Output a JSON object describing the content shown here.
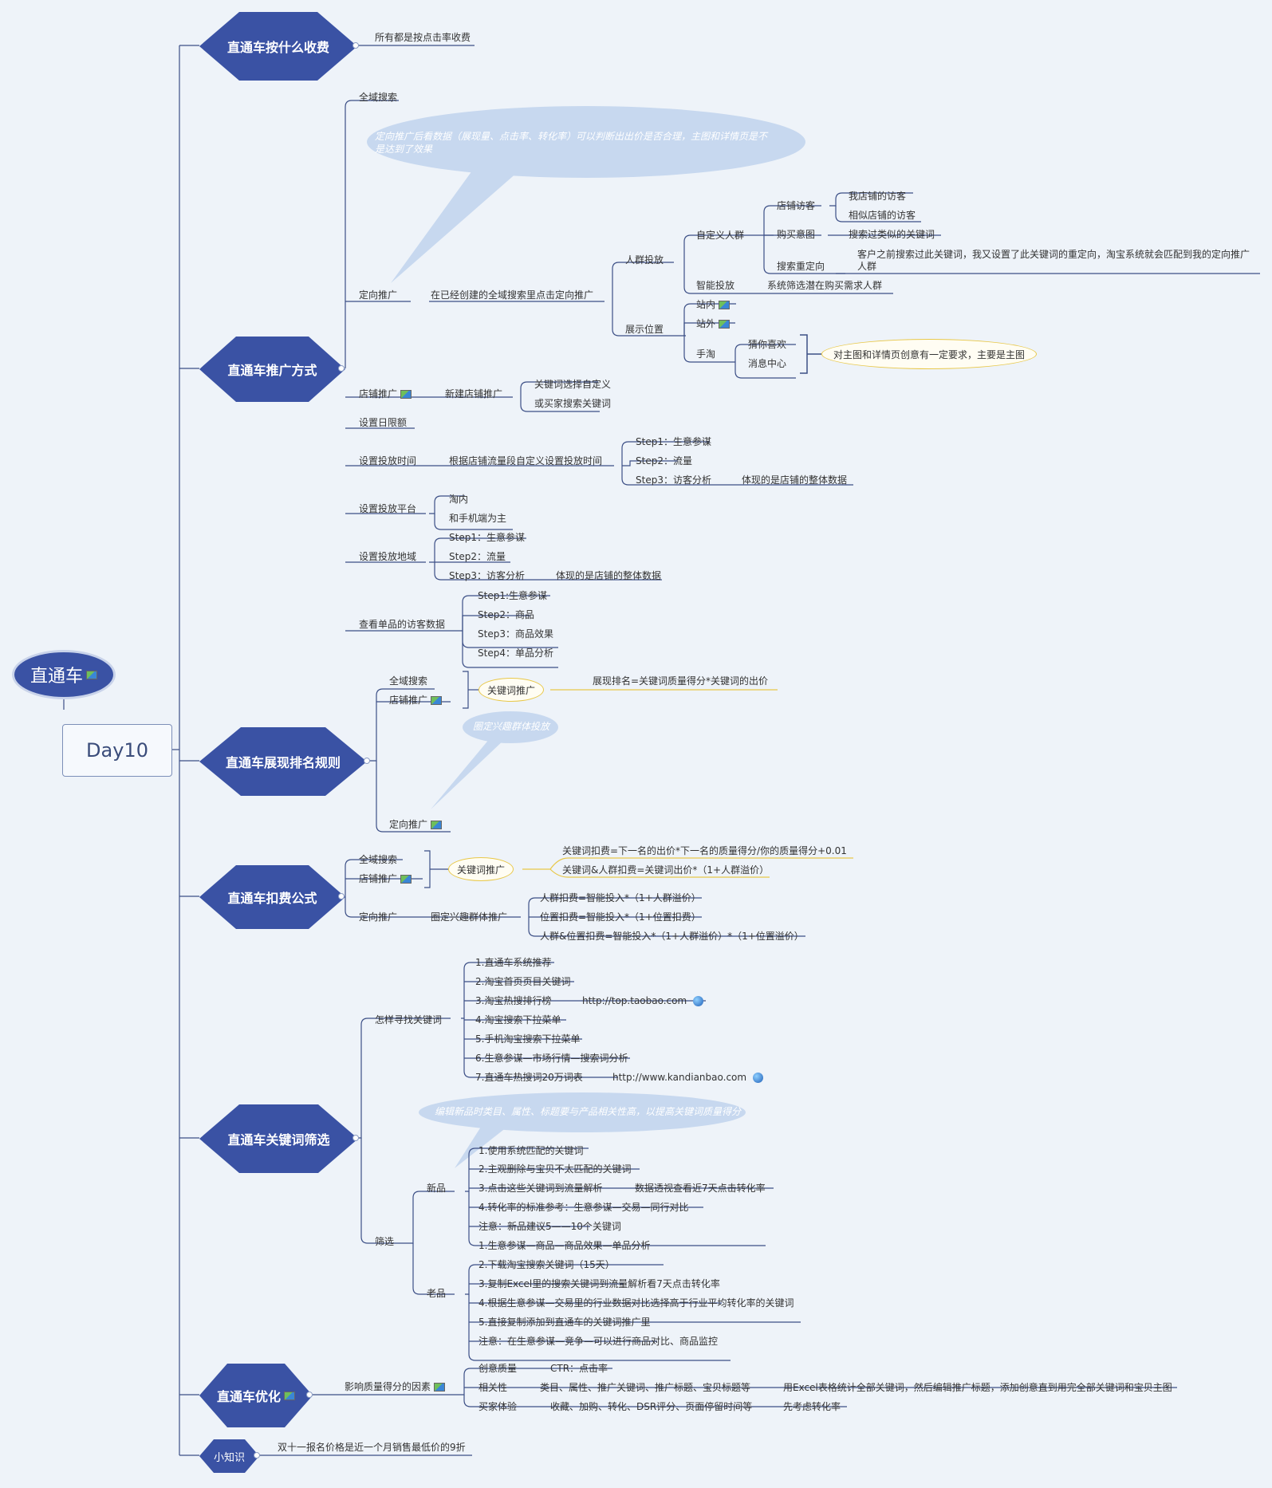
{
  "root": {
    "label": "直通车"
  },
  "day": {
    "label": "Day10"
  },
  "branches": {
    "b1": {
      "title": "直通车按什么收费",
      "note": "所有都是按点击率收费"
    },
    "b2": {
      "title": "直通车推广方式",
      "quanyu": "全域搜索",
      "bubble": "定向推广后看数据（展现量、点击率、转化率）可以判断出出价是否合理，主图和详情页是不是达到了效果",
      "dingxiang": "定向推广",
      "dingxiang_sub": "在已经创建的全域搜索里点击定向推广",
      "renqun": "人群投放",
      "zidingyi": "自定义人群",
      "dianpu_fangke": "店铺访客",
      "wo_fangke": "我店铺的访客",
      "xiangsi_fangke": "相似店铺的访客",
      "goumai": "购买意图",
      "goumai_sub": "搜索过类似的关键词",
      "sousuo_chong": "搜索重定向",
      "sousuo_chong_sub1": "客户之前搜索过此关键词，我又设置了此关键词的重定向，淘宝系统就会匹配到我的定向推广",
      "sousuo_chong_sub2": "人群",
      "zhineng": "智能投放",
      "zhineng_sub": "系统筛选潜在购买需求人群",
      "zhanshi": "展示位置",
      "zhannei": "站内",
      "zhanwai": "站外",
      "shoutao": "手淘",
      "cainixihuan": "猜你喜欢",
      "xiaoxi": "消息中心",
      "yellow_note": "对主图和详情页创意有一定要求，主要是主图",
      "dianpu": "店铺推广",
      "xinjian": "新建店铺推广",
      "guanjianci_zidingyi": "关键词选择自定义",
      "maijia_sousuo": "或买家搜索关键词",
      "rixian": "设置日限额",
      "toufang_time": "设置投放时间",
      "toufang_time_sub": "根据店铺流量段自定义设置投放时间",
      "step1_a": "Step1：生意参谋",
      "step2_a": "Step2：流量",
      "step3_a": "Step3：访客分析",
      "step3_a_sub": "体现的是店铺的整体数据",
      "pingtai": "设置投放平台",
      "taonei": "淘内",
      "shouji": "和手机端为主",
      "diyu": "设置投放地域",
      "step1_b": "Step1：生意参谋",
      "step2_b": "Step2：流量",
      "step3_b": "Step3：访客分析",
      "step3_b_sub": "体现的是店铺的整体数据",
      "danpin": "查看单品的访客数据",
      "step1_c": "Step1:生意参谋",
      "step2_c": "Step2：商品",
      "step3_c": "Step3：商品效果",
      "step4_c": "Step4：单品分析"
    },
    "b3": {
      "title": "直通车展现排名规则",
      "quanyu": "全域搜索",
      "dianpu": "店铺推广",
      "yellow": "关键词推广",
      "formula": "展现排名=关键词质量得分*关键词的出价",
      "bubble": "圈定兴趣群体投放",
      "dingxiang": "定向推广"
    },
    "b4": {
      "title": "直通车扣费公式",
      "quanyu": "全域搜索",
      "dianpu": "店铺推广",
      "yellow": "关键词推广",
      "f1": "关键词扣费=下一名的出价*下一名的质量得分/你的质量得分+0.01",
      "f2": "关键词&人群扣费=关键词出价*（1+人群溢价）",
      "dingxiang": "定向推广",
      "quanding": "圈定兴趣群体推广",
      "f3": "人群扣费=智能投入*（1+人群溢价）",
      "f4": "位置扣费=智能投入*（1+位置扣费）",
      "f5": "人群&位置扣费=智能投入*（1+人群溢价）*（1+位置溢价）"
    },
    "b5": {
      "title": "直通车关键词筛选",
      "zenyang": "怎样寻找关键词",
      "k1": "1.直通车系统推荐",
      "k2": "2.淘宝首页页目关键词",
      "k3": "3.淘宝热搜排行榜",
      "k3_url": "http://top.taobao.com",
      "k4": "4.淘宝搜索下拉菜单",
      "k5": "5.手机淘宝搜索下拉菜单",
      "k6": "6.生意参谋—市场行情—搜索词分析",
      "k7": "7.直通车热搜词20万词表",
      "k7_url": "http://www.kandianbao.com",
      "bubble": "编辑新品时类目、属性、标题要与产品相关性高，以提高关键词质量得分",
      "shaixuan": "筛选",
      "xinpin": "新品",
      "n1": "1.使用系统匹配的关键词",
      "n2": "2.主观删除与宝贝不太匹配的关键词",
      "n3": "3.点击这些关键词到流量解析",
      "n3_sub": "数据透视查看近7天点击转化率",
      "n4": "4.转化率的标准参考：生意参谋—交易—同行对比",
      "n5": "注意：新品建议5——10个关键词",
      "laopin": "老品",
      "o1": "1.生意参谋—商品—商品效果—单品分析",
      "o2": "2.下载淘宝搜索关键词（15天）",
      "o3": "3.复制Excel里的搜索关键词到流量解析看7天点击转化率",
      "o4": "4.根据生意参谋—交易里的行业数据对比选择高于行业平均转化率的关键词",
      "o5": "5.直接复制添加到直通车的关键词推广里",
      "o6": "注意：在生意参谋—竞争—可以进行商品对比、商品监控"
    },
    "b6": {
      "title": "直通车优化",
      "yingxiang": "影响质量得分的因素",
      "chuangyi": "创意质量",
      "ctr": "CTR：点击率",
      "xiangguan": "相关性",
      "xiangguan_sub": "类目、属性、推广关键词、推广标题、宝贝标题等",
      "xiangguan_sub2": "用Excel表格统计全部关键词，然后编辑推广标题，添加创意直到用完全部关键词和宝贝主图",
      "maijia": "买家体验",
      "maijia_sub": "收藏、加购、转化、DSR评分、页面停留时间等",
      "maijia_sub2": "先考虑转化率"
    },
    "b7": {
      "title": "小知识",
      "note": "双十一报名价格是近一个月销售最低价的9折"
    }
  }
}
